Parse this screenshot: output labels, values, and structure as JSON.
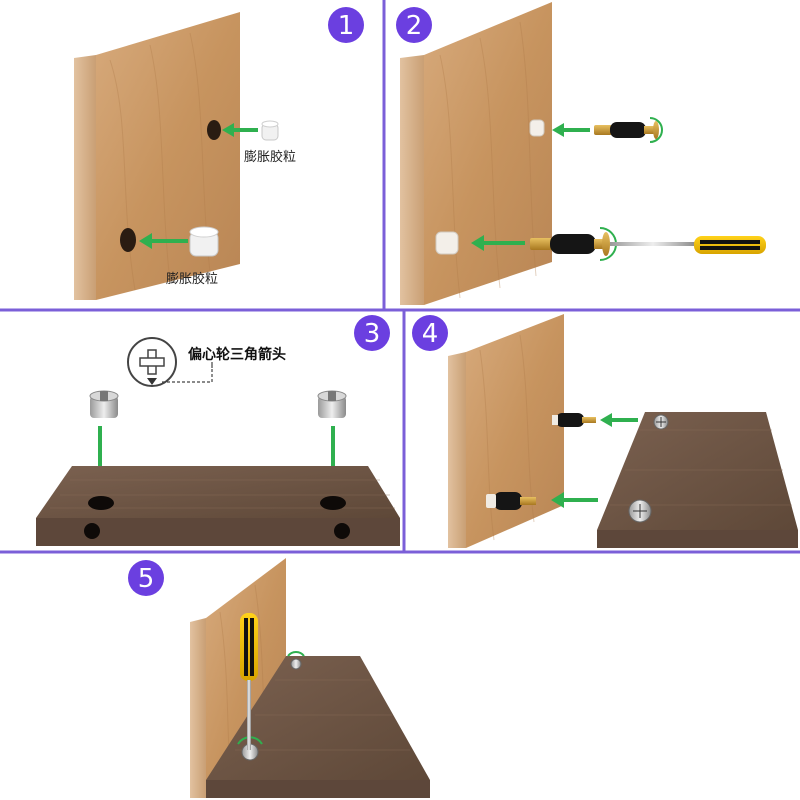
{
  "steps": [
    {
      "number": "1",
      "label_top": "膨胀胶粒",
      "label_bottom": "膨胀胶粒"
    },
    {
      "number": "2"
    },
    {
      "number": "3",
      "label": "偏心轮三角箭头"
    },
    {
      "number": "4"
    },
    {
      "number": "5"
    }
  ],
  "colors": {
    "divider": "#7b5fd8",
    "badge": "#6b3fe0",
    "arrow": "#2fb04f",
    "wood_light": "#c9986a",
    "wood_dark": "#6f5646"
  }
}
